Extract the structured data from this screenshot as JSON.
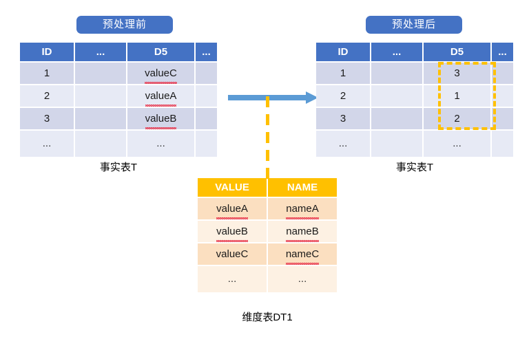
{
  "badges": {
    "before": "预处理前",
    "after": "预处理后"
  },
  "captions": {
    "fact_left": "事实表T",
    "fact_right": "事实表T",
    "dimension": "维度表DT1"
  },
  "fact_table_before": {
    "headers": [
      "ID",
      "...",
      "D5",
      "..."
    ],
    "rows": [
      [
        "1",
        "",
        "valueC",
        ""
      ],
      [
        "2",
        "",
        "valueA",
        ""
      ],
      [
        "3",
        "",
        "valueB",
        ""
      ],
      [
        "...",
        "",
        "...",
        ""
      ]
    ]
  },
  "fact_table_after": {
    "headers": [
      "ID",
      "...",
      "D5",
      "..."
    ],
    "rows": [
      [
        "1",
        "",
        "3",
        ""
      ],
      [
        "2",
        "",
        "1",
        ""
      ],
      [
        "3",
        "",
        "2",
        ""
      ],
      [
        "...",
        "",
        "...",
        ""
      ]
    ]
  },
  "dimension_table": {
    "headers": [
      "VALUE",
      "NAME"
    ],
    "rows": [
      [
        "valueA",
        "nameA"
      ],
      [
        "valueB",
        "nameB"
      ],
      [
        "valueC",
        "nameC"
      ],
      [
        "...",
        "..."
      ]
    ]
  },
  "colors": {
    "header_blue": "#4472C4",
    "arrow_blue": "#5B9BD5",
    "row_dark_blue": "#D2D6E9",
    "row_light_blue": "#E7EAF5",
    "header_orange": "#FFC000",
    "row_dark_orange": "#FBDFC0",
    "row_light_orange": "#FDF1E3",
    "highlight_dash": "#FFC000"
  }
}
